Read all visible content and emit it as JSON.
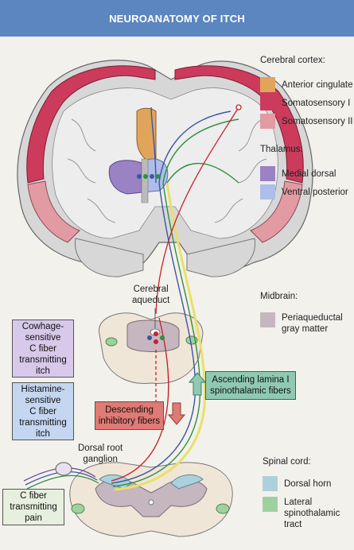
{
  "title": "NEUROANATOMY OF ITCH",
  "cortex": {
    "heading": "Cerebral cortex:",
    "items": [
      {
        "label": "Anterior cingulate",
        "color": "#e0a55b"
      },
      {
        "label": "Somatosensory I",
        "color": "#cc3b5b"
      },
      {
        "label": "Somatosensory II",
        "color": "#e29aa3"
      }
    ]
  },
  "thalamus": {
    "heading": "Thalamus:",
    "items": [
      {
        "label": "Medial dorsal",
        "color": "#9b82c4"
      },
      {
        "label": "Ventral posterior",
        "color": "#aebde9"
      }
    ]
  },
  "midbrain": {
    "heading": "Midbrain:",
    "items": [
      {
        "label": "Periaqueductal\ngray matter",
        "color": "#c5b6bf"
      }
    ]
  },
  "spinal_cord": {
    "heading": "Spinal cord:",
    "items": [
      {
        "label": "Dorsal horn",
        "color": "#acd1dc"
      },
      {
        "label": "Lateral\nspinothalamic\ntract",
        "color": "#9fd09f"
      }
    ]
  },
  "labels": {
    "cerebral_aqueduct": "Cerebral\naqueduct",
    "dorsal_root_ganglion": "Dorsal root\nganglion"
  },
  "boxes": {
    "cowhage": "Cowhage-\nsensitive\nC fiber\ntransmitting\nitch",
    "histamine": "Histamine-\nsensitive\nC fiber\ntransmitting\nitch",
    "descending": "Descending\ninhibitory fibers",
    "ascending": "Ascending lamina I\nspinothalamic fibers",
    "pain": "C fiber\ntransmitting\npain"
  },
  "colors": {
    "cowhage_box": "#d8c9ea",
    "histamine_box": "#c5d6f0",
    "descending_box": "#e07a74",
    "ascending_box": "#8fc9b3",
    "pain_box": "#e7f0de",
    "red_fiber": "#c8202c",
    "blue_fiber": "#3b55a5",
    "green_fiber": "#2f8f3f",
    "yellow_fiber": "#e8e06a"
  }
}
